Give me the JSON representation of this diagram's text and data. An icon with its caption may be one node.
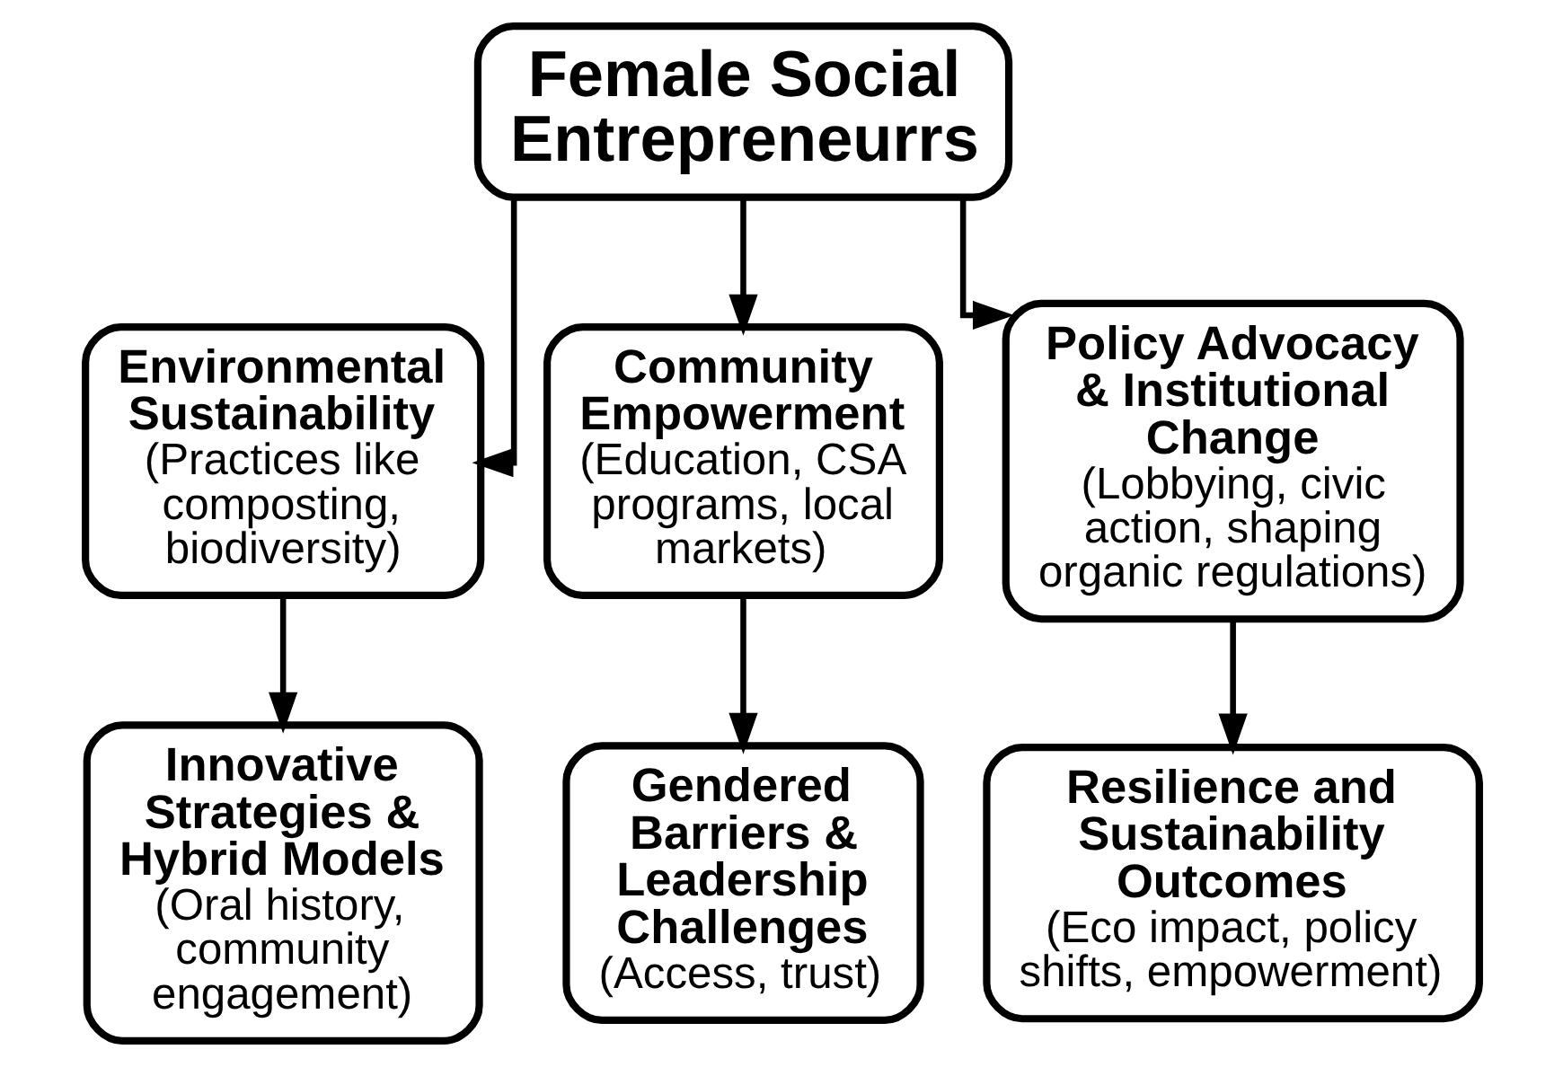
{
  "diagram": {
    "nodes": [
      {
        "text": [
          "Female Social Entrepreneurrs"
        ]
      },
      {
        "text": [
          "Environmental Sustainability",
          "(Practices like composting, biodiversity)"
        ]
      },
      {
        "text": [
          "Community Empowerment",
          "(Education, CSA programs, local markets)"
        ]
      },
      {
        "text": [
          "Policy Advocacy & Institutional Change",
          "(Lobbying, civic action, shaping organic regulations)"
        ]
      },
      {
        "text": [
          "Innovative Strategies & Hybrid Models",
          "(Oral history, community engagement)"
        ]
      },
      {
        "text": [
          "Gendered Barriers & Leadership Challenges",
          "(Access, trust)"
        ]
      },
      {
        "text": [
          "Resilience and Sustainability Outcomes",
          "(Eco impact, policy shifts, empowerment)"
        ]
      }
    ],
    "edges": [
      {
        "from": 0,
        "to": 1,
        "arrow": "to"
      },
      {
        "from": 0,
        "to": 2,
        "arrow": "to"
      },
      {
        "from": 0,
        "to": 3,
        "arrow": "to"
      },
      {
        "from": 1,
        "to": 4,
        "arrow": "to"
      },
      {
        "from": 2,
        "to": 5,
        "arrow": "to"
      },
      {
        "from": 3,
        "to": 6,
        "arrow": "to"
      }
    ]
  }
}
